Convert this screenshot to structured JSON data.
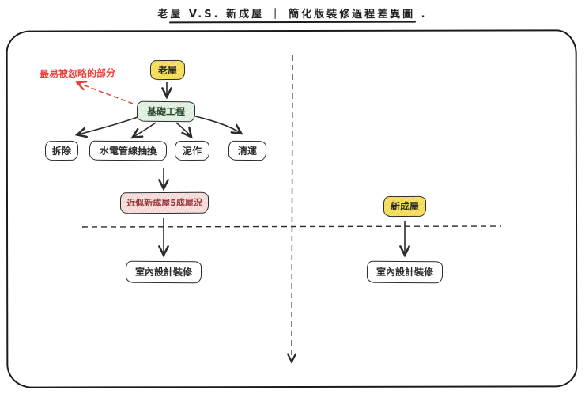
{
  "title": "老屋 V.S. 新成屋 ｜ 簡化版裝修過程差異圖 .",
  "annotation": {
    "text": "最易被忽略的部分"
  },
  "left_flow": {
    "root": "老屋",
    "foundation": "基礎工程",
    "tasks": [
      "拆除",
      "水電管線抽換",
      "泥作",
      "清運"
    ],
    "milestone": "近似新成屋5成屋況",
    "final": "室內設計裝修"
  },
  "right_flow": {
    "root": "新成屋",
    "final": "室內設計裝修"
  },
  "colors": {
    "highlight_yellow": "#f8e56a",
    "foundation_green": "#e7f3e7",
    "milestone_pink": "#f9e4e4",
    "annotation_red": "#e8413b",
    "ink": "#2b2b2b"
  }
}
